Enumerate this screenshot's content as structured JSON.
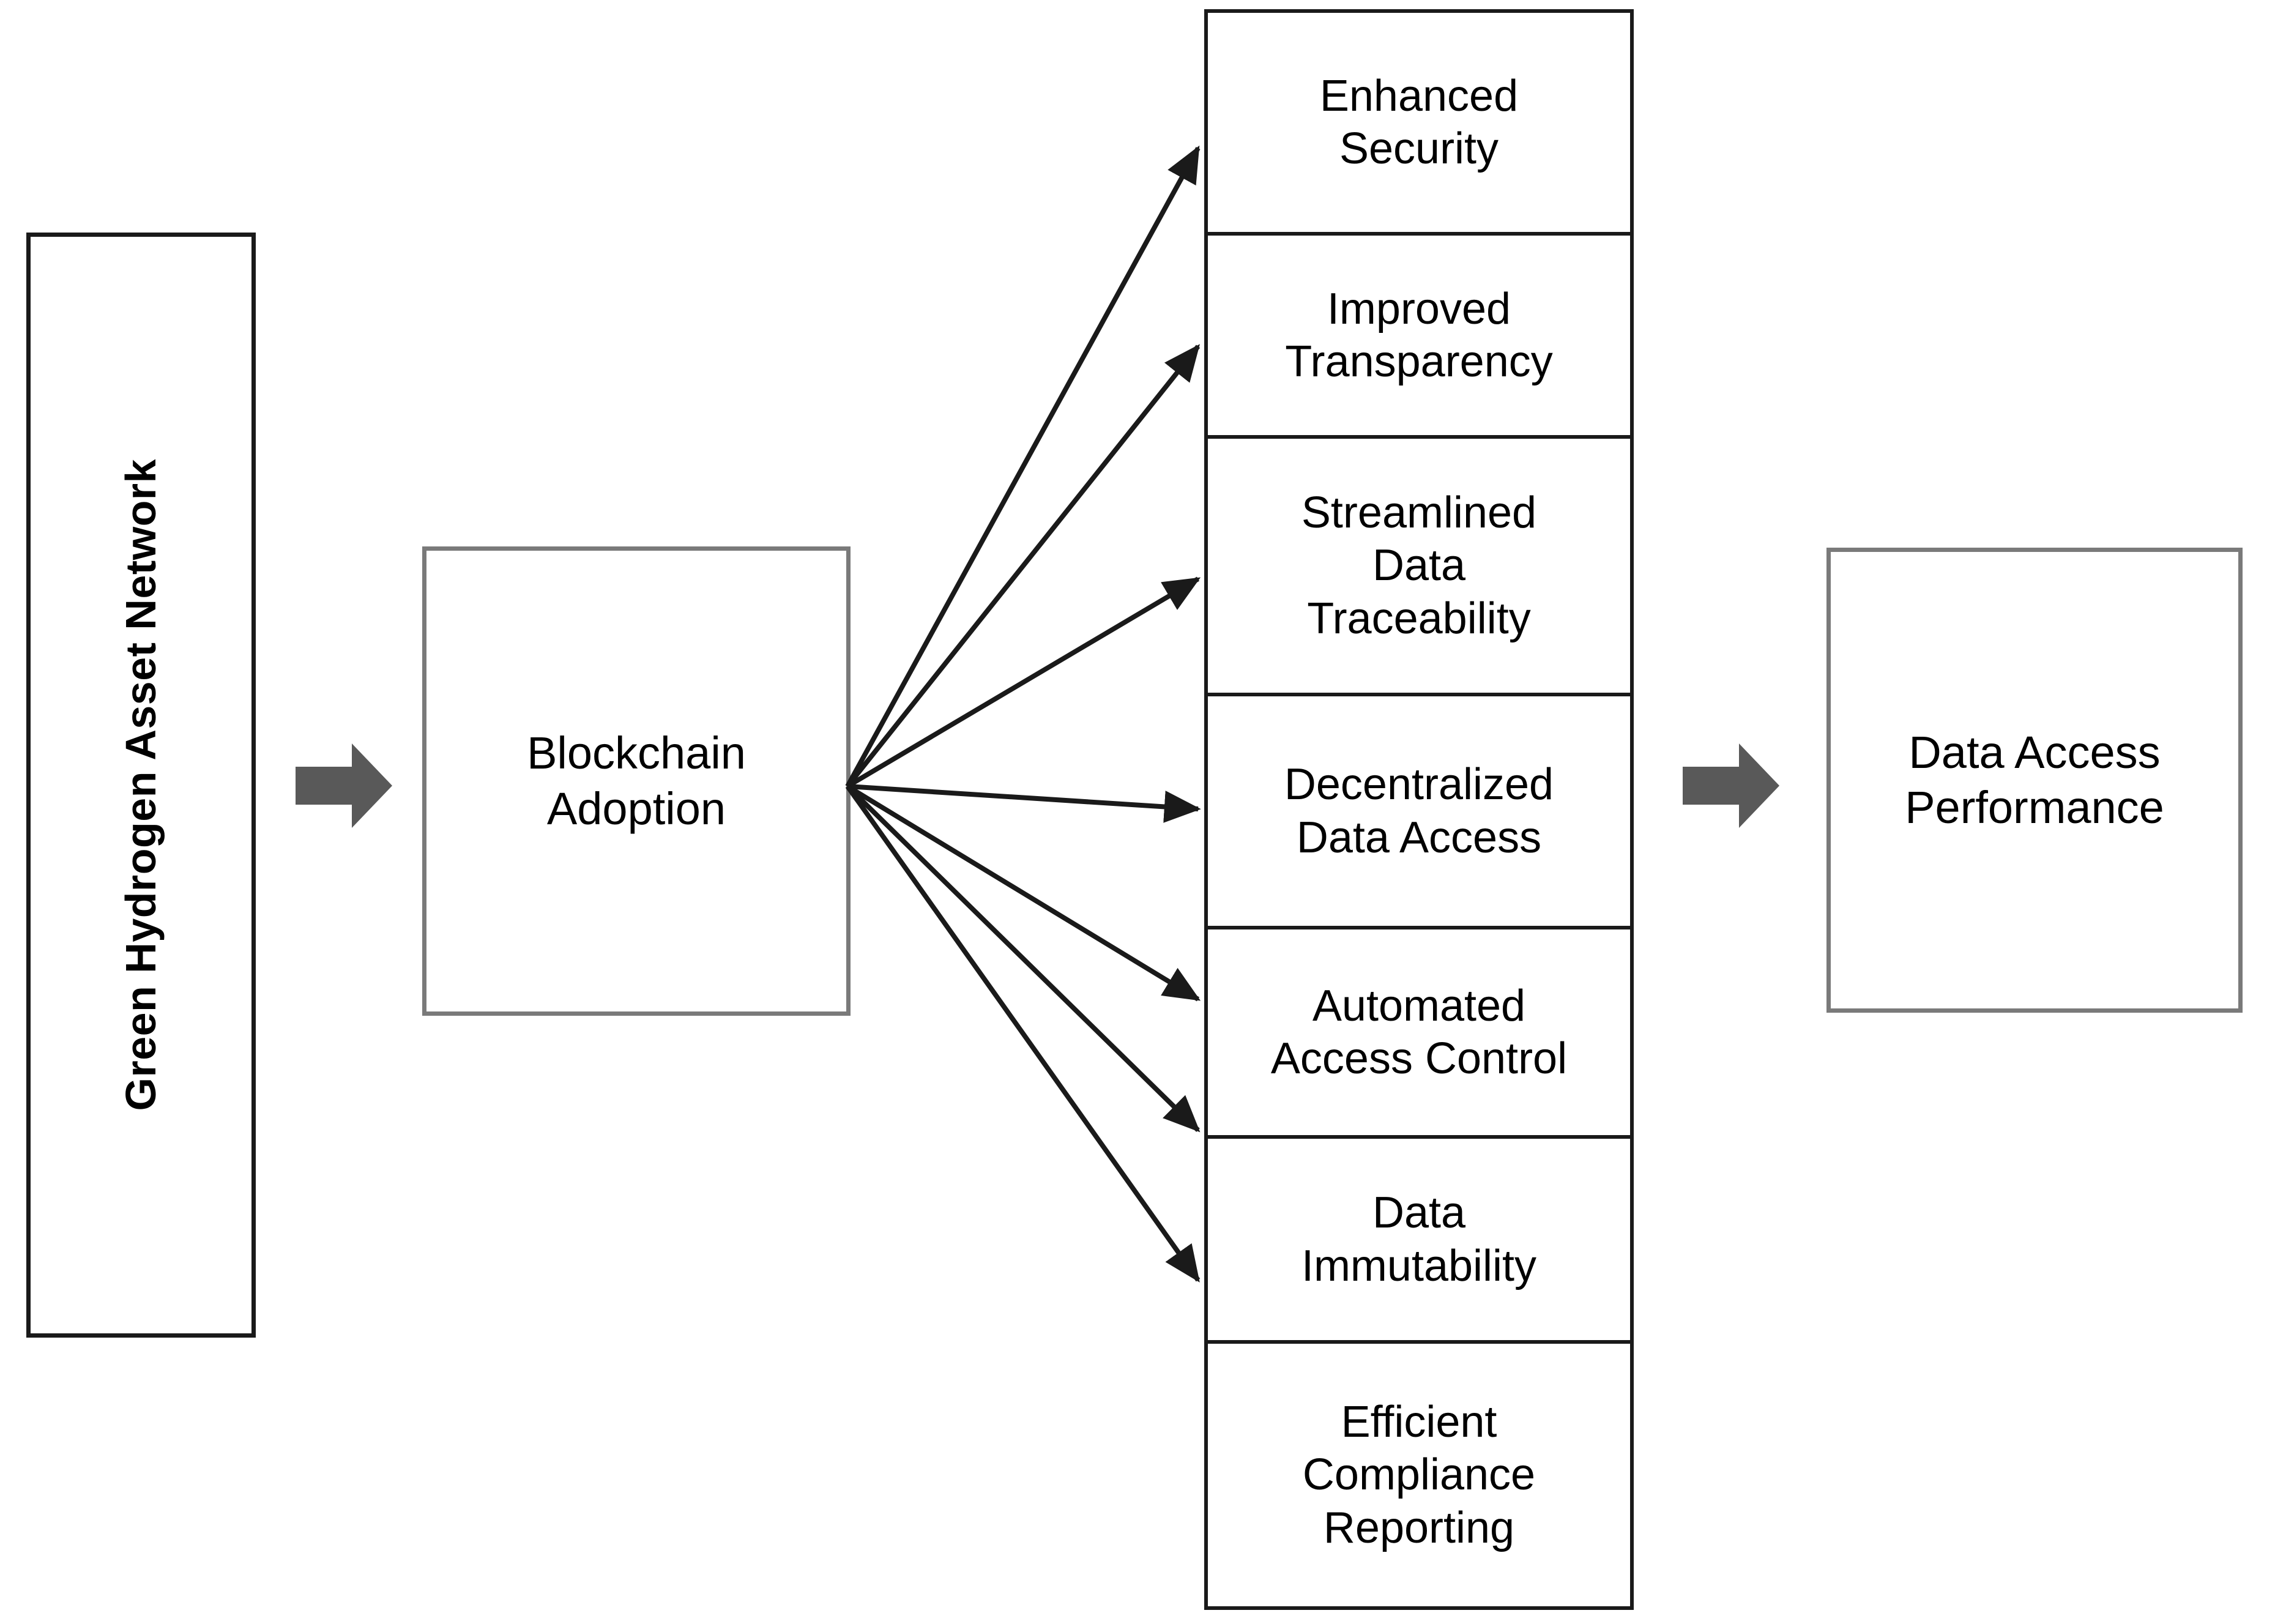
{
  "diagram": {
    "title": "Blockchain Adoption Mediation Diagram",
    "colors": {
      "box_border_dark": "#1a1a1a",
      "box_border_gray": "#7a7a7a",
      "block_arrow_fill": "#595959",
      "connector_line": "#1a1a1a",
      "background": "#ffffff"
    },
    "source": {
      "label": "Green Hydrogen Asset Network",
      "orientation": "vertical-bottom-to-top"
    },
    "mediator": {
      "label": "Blockchain\nAdoption"
    },
    "outcome": {
      "label": "Data Access\nPerformance"
    },
    "benefits": [
      {
        "id": "enhanced-security",
        "label": "Enhanced\nSecurity"
      },
      {
        "id": "improved-transparency",
        "label": "Improved\nTransparency"
      },
      {
        "id": "streamlined-data-traceability",
        "label": "Streamlined\nData\nTraceability"
      },
      {
        "id": "decentralized-data-access",
        "label": "Decentralized\nData Access"
      },
      {
        "id": "automated-access-control",
        "label": "Automated\nAccess Control"
      },
      {
        "id": "data-immutability",
        "label": "Data\nImmutability"
      },
      {
        "id": "efficient-compliance-reporting",
        "label": "Efficient\nCompliance\nReporting"
      }
    ],
    "block_arrows": [
      {
        "id": "source-to-mediator",
        "direction": "right"
      },
      {
        "id": "benefits-to-outcome",
        "direction": "right"
      }
    ],
    "connector_count": 7
  }
}
